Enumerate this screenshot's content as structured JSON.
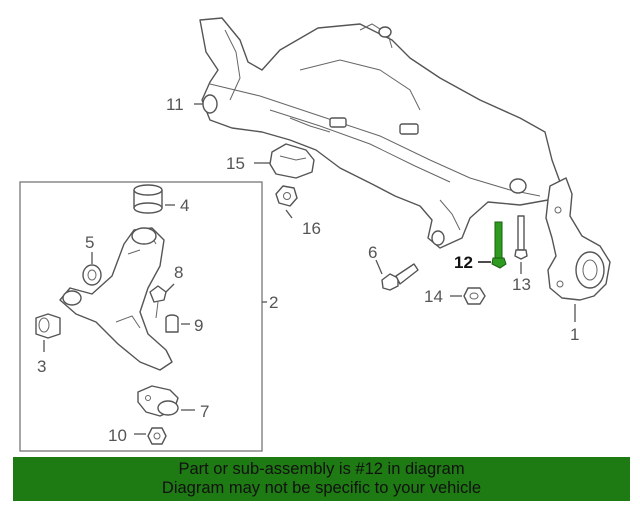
{
  "diagram": {
    "callouts": {
      "c1": "1",
      "c2": "2",
      "c3": "3",
      "c4": "4",
      "c5": "5",
      "c6": "6",
      "c7": "7",
      "c8": "8",
      "c9": "9",
      "c10": "10",
      "c11": "11",
      "c12": "12",
      "c13": "13",
      "c14": "14",
      "c15": "15",
      "c16": "16"
    },
    "highlighted_part": "12",
    "highlight_color": "#2e9a20"
  },
  "banner": {
    "line1": "Part or sub-assembly is #12 in diagram",
    "line2": "Diagram may not be specific to your vehicle",
    "background": "#1e7a12"
  }
}
